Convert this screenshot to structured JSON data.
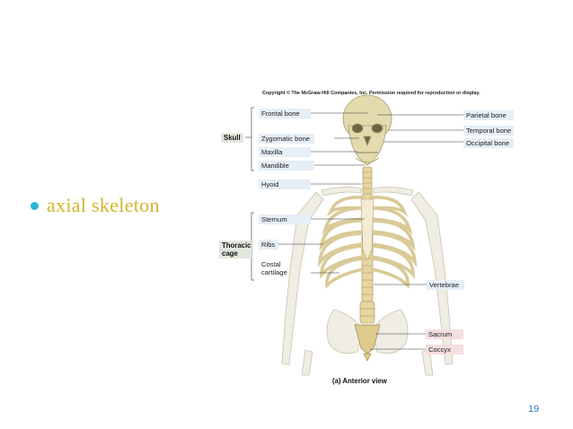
{
  "bullet": {
    "text": "axial skeleton"
  },
  "figure": {
    "copyright": "Copyright © The McGraw-Hill Companies, Inc. Permission required for reproduction or display.",
    "groups": {
      "skull": "Skull",
      "thoracic_cage": "Thoracic cage"
    },
    "labels_left": {
      "frontal": "Frontal bone",
      "zygomatic": "Zygomatic bone",
      "maxilla": "Maxilla",
      "mandible": "Mandible",
      "hyoid": "Hyoid",
      "sternum": "Sternum",
      "ribs": "Ribs",
      "costal": "Costal cartilage"
    },
    "labels_right": {
      "parietal": "Parietal bone",
      "temporal": "Temporal bone",
      "occipital": "Occipital bone",
      "vertebrae": "Vertebrae",
      "sacrum": "Sacrum",
      "coccyx": "Coccyx"
    },
    "caption": "(a) Anterior view"
  },
  "page": {
    "number": "19"
  },
  "colors": {
    "bullet": "#27b6d6",
    "bullet_text": "#d4b52c",
    "axial_bone": "#ddd3a4",
    "appendicular_bone": "#f0ede4",
    "page_number": "#2b78c2"
  }
}
